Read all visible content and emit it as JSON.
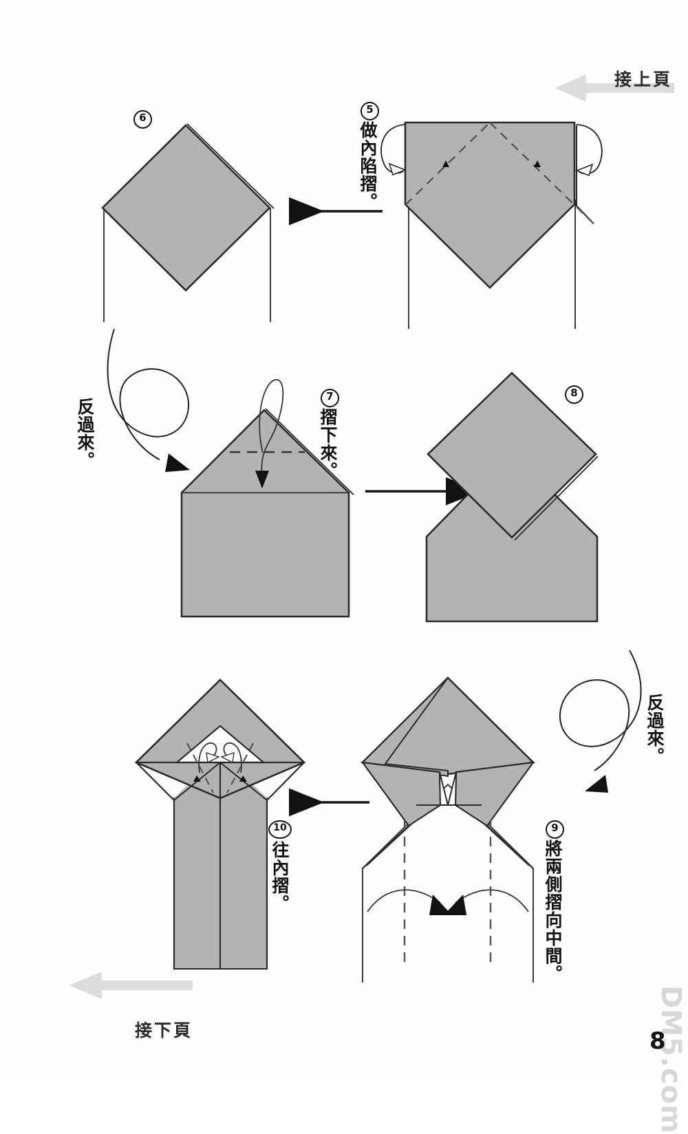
{
  "page": {
    "number": "8",
    "background_color": "#fefefe",
    "paper_fill": "#b3b3b3",
    "paper_stroke": "#2a2a2a",
    "continue_arrow_color": "#dcdcdc"
  },
  "watermark": {
    "text": "DM5.com",
    "color": "#d8d8d8"
  },
  "nav": {
    "top_right_label": "接上頁",
    "bottom_left_label": "接下頁"
  },
  "turn_over_notes": [
    {
      "id": "turn-over-left",
      "label": "反過來。"
    },
    {
      "id": "turn-over-right",
      "label": "反過來。"
    }
  ],
  "steps": [
    {
      "number": "5",
      "number_glyph": "⑤",
      "instruction": "做內陷摺。",
      "diagram": "pentagon-with-diamond-creases"
    },
    {
      "number": "6",
      "number_glyph": "⑥",
      "instruction": "",
      "diagram": "diamond-with-two-legs"
    },
    {
      "number": "7",
      "number_glyph": "⑦",
      "instruction": "摺下來。",
      "diagram": "house-with-horizontal-crease"
    },
    {
      "number": "8",
      "number_glyph": "⑧",
      "instruction": "",
      "diagram": "diamond-over-house"
    },
    {
      "number": "9",
      "number_glyph": "⑨",
      "instruction": "將兩側摺向中間。",
      "diagram": "star-head-with-body-and-inward-arrows"
    },
    {
      "number": "10",
      "number_glyph": "⑩",
      "instruction": "往內摺。",
      "diagram": "diamond-head-with-long-body"
    }
  ]
}
